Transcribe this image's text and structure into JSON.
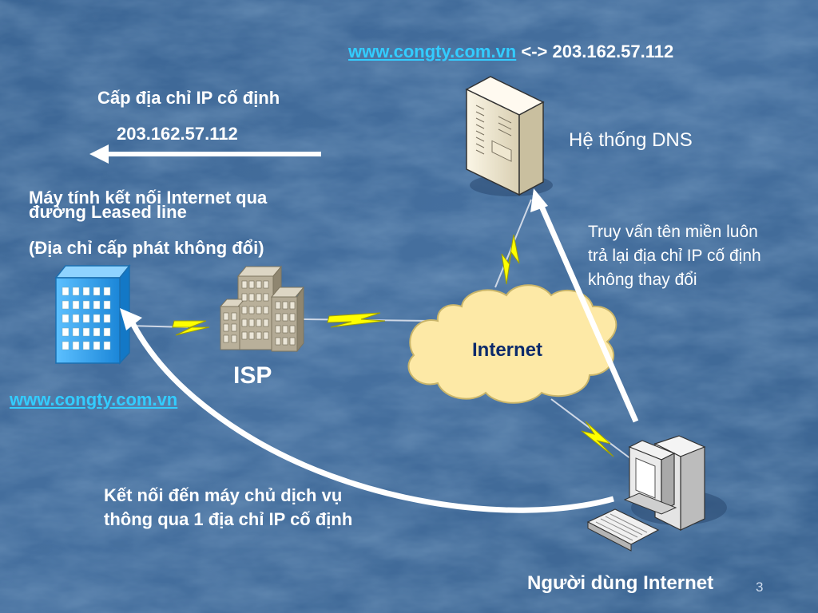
{
  "dns_mapping": {
    "domain": "www.congty.com.vn",
    "arrow": "<->",
    "ip": "203.162.57.112"
  },
  "assign_ip": {
    "label": "Cấp địa chỉ IP cố định",
    "ip": "203.162.57.112"
  },
  "leased_line": {
    "line1": "Máy tính kết nối Internet qua",
    "line2": "đường Leased line",
    "note": "(Địa chỉ cấp phát không đổi)"
  },
  "dns_system": {
    "label": "Hệ thống DNS"
  },
  "query_note": {
    "line1": "Truy vấn tên miền luôn",
    "line2": "trả lại địa chỉ IP cố định",
    "line3": "không thay đổi"
  },
  "internet_cloud": {
    "label": "Internet"
  },
  "isp": {
    "label": "ISP"
  },
  "server_domain": {
    "label": "www.congty.com.vn"
  },
  "connect_note": {
    "line1": "Kết nối đến máy chủ dịch vụ",
    "line2": "thông qua 1 địa chỉ IP cố định"
  },
  "internet_user": {
    "label": "Người dùng Internet"
  },
  "page_number": "3",
  "colors": {
    "background": "#3f6a9a",
    "link": "#33ccff",
    "cloud_fill": "#fde9a6",
    "cloud_text": "#0b2a6b",
    "lightning": "#ffff00",
    "building_blue": "#3aa8ee",
    "building_gray": "#b3aa95"
  }
}
